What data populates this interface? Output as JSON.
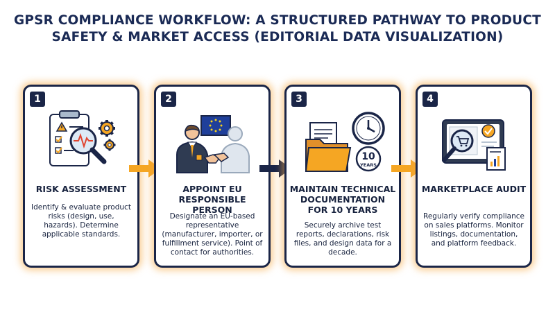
{
  "title": {
    "line1": "GPSR COMPLIANCE WORKFLOW: A STRUCTURED PATHWAY TO PRODUCT",
    "line2": "SAFETY & MARKET ACCESS (EDITORIAL DATA VISUALIZATION)"
  },
  "steps": [
    {
      "number": "1",
      "title": "RISK ASSESSMENT",
      "description": "Identify & evaluate product risks (design, use, hazards). Determine applicable standards.",
      "icon": "risk-assessment-clipboard-magnifier-icon"
    },
    {
      "number": "2",
      "title": "APPOINT EU RESPONSIBLE PERSON",
      "description": "Designate an EU-based representative (manufacturer, importer, or fulfillment service). Point of contact for authorities.",
      "icon": "eu-handshake-icon"
    },
    {
      "number": "3",
      "title": "MAINTAIN TECHNICAL DOCUMENTATION FOR 10 YEARS",
      "description": "Securely archive test reports, declarations, risk files, and design data for a decade.",
      "icon": "folder-clock-icon",
      "badge_number": "10",
      "badge_unit": "YEARS"
    },
    {
      "number": "4",
      "title": "MARKETPLACE AUDIT",
      "description": "Regularly verify compliance on sales platforms. Monitor listings, documentation, and platform feedback.",
      "icon": "marketplace-audit-monitor-icon"
    }
  ],
  "colors": {
    "navy": "#1a2547",
    "orange": "#f5a623",
    "glow": "#f6aa46",
    "eu_blue": "#1f3f9a",
    "eu_star": "#f7d21b"
  }
}
